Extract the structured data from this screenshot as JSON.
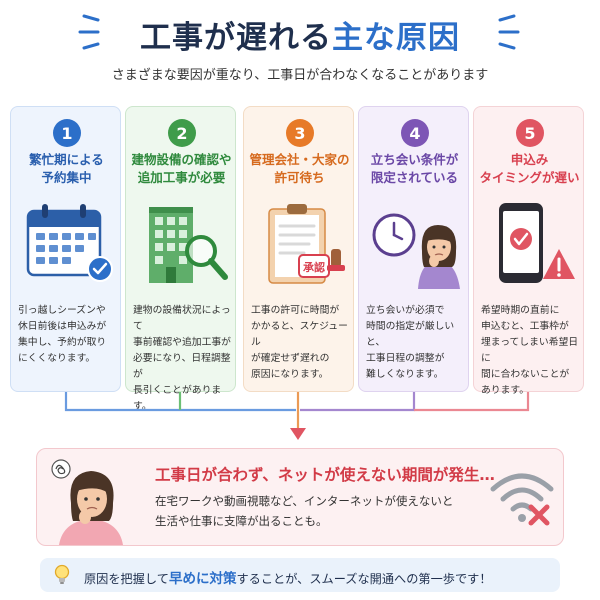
{
  "header": {
    "title_part1": "工事が遅れる",
    "title_part2": "主な原因",
    "subtitle": "さまざまな要因が重なり、工事日が合わなくなることがあります"
  },
  "colors": {
    "navy": "#1f2f4d",
    "blue": "#2c6fc9",
    "green": "#3f9c4a",
    "orange": "#e77a28",
    "purple": "#7d56b5",
    "red": "#e05562"
  },
  "causes": [
    {
      "number": "1",
      "title": "繁忙期による\n予約集中",
      "icon": "calendar-icon",
      "description": "引っ越しシーズンや\n休日前後は申込みが\n集中し、予約が取り\nにくくなります。"
    },
    {
      "number": "2",
      "title": "建物設備の確認や\n追加工事が必要",
      "icon": "building-inspection-icon",
      "description": "建物の設備状況によって\n事前確認や追加工事が\n必要になり、日程調整が\n長引くことがあります。"
    },
    {
      "number": "3",
      "title": "管理会社・大家の\n許可待ち",
      "icon": "clipboard-approval-icon",
      "stamp": "承認",
      "description": "工事の許可に時間が\nかかると、スケジュール\nが確定せず遅れの\n原因になります。"
    },
    {
      "number": "4",
      "title": "立ち会い条件が\n限定されている",
      "icon": "clock-person-icon",
      "description": "立ち会いが必須で\n時間の指定が厳しいと、\n工事日程の調整が\n難しくなります。"
    },
    {
      "number": "5",
      "title": "申込み\nタイミングが遅い",
      "icon": "smartphone-warning-icon",
      "description": "希望時期の直前に\n申込むと、工事枠が\n埋まってしまい希望日に\n間に合わないことが\nあります。"
    }
  ],
  "result": {
    "title": "工事日が合わず、ネットが使えない期間が発生…",
    "description": "在宅ワークや動画視聴など、インターネットが使えないと\n生活や仕事に支障が出ることも。",
    "icon": "wifi-off-icon"
  },
  "footer": {
    "text_before": "原因を把握して",
    "highlight": "早めに対策",
    "text_after": "することが、スムーズな開通への第一歩です！",
    "icon": "lightbulb-icon"
  }
}
